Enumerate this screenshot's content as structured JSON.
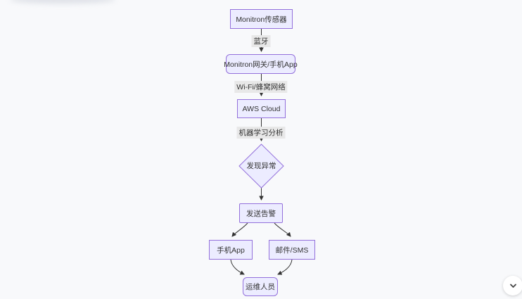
{
  "page": {
    "background": "#f8f9fb"
  },
  "diagram": {
    "type": "flowchart",
    "direction": "top-down",
    "colors": {
      "node_fill": "#ececff",
      "node_border": "#9370db",
      "edge_line": "#333333",
      "text": "#333333",
      "edge_label_bg": "#e8e8e8"
    },
    "nodes": [
      {
        "id": "sensor",
        "label": "Monitron传感器",
        "shape": "rectangle"
      },
      {
        "id": "gateway",
        "label": "Monitron网关/手机App",
        "shape": "rounded"
      },
      {
        "id": "aws-cloud",
        "label": "AWS Cloud",
        "shape": "rectangle"
      },
      {
        "id": "anomaly-check",
        "label": "发现异常",
        "shape": "diamond"
      },
      {
        "id": "send-alert",
        "label": "发送告警",
        "shape": "rectangle"
      },
      {
        "id": "phone-app",
        "label": "手机App",
        "shape": "rectangle"
      },
      {
        "id": "email-sms",
        "label": "邮件/SMS",
        "shape": "rectangle"
      },
      {
        "id": "ops-staff",
        "label": "运维人员",
        "shape": "rounded"
      }
    ],
    "edges": [
      {
        "from": "sensor",
        "to": "gateway",
        "label": "蓝牙"
      },
      {
        "from": "gateway",
        "to": "aws-cloud",
        "label": "Wi-Fi/蜂窝网络"
      },
      {
        "from": "aws-cloud",
        "to": "anomaly-check",
        "label": "机器学习分析"
      },
      {
        "from": "anomaly-check",
        "to": "send-alert",
        "label": ""
      },
      {
        "from": "send-alert",
        "to": "phone-app",
        "label": ""
      },
      {
        "from": "send-alert",
        "to": "email-sms",
        "label": ""
      },
      {
        "from": "phone-app",
        "to": "ops-staff",
        "label": ""
      },
      {
        "from": "email-sms",
        "to": "ops-staff",
        "label": ""
      }
    ]
  },
  "controls": {
    "scroll_button_icon": "chevron-down"
  }
}
